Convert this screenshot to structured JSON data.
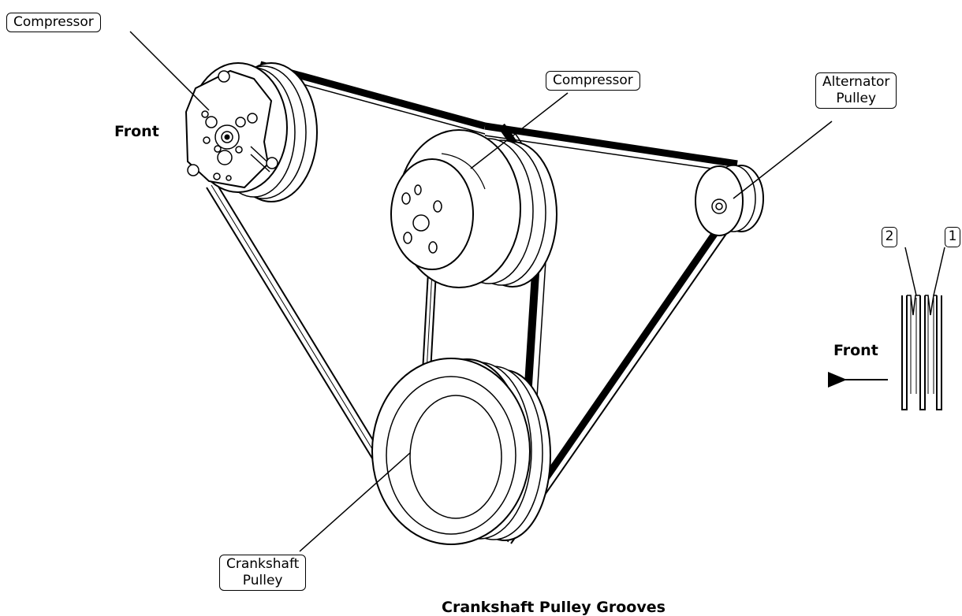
{
  "labels": {
    "compressor_top_left": "Compressor",
    "compressor_center": "Compressor",
    "alternator_pulley_line1": "Alternator",
    "alternator_pulley_line2": "Pulley",
    "crankshaft_pulley_line1": "Crankshaft",
    "crankshaft_pulley_line2": "Pulley",
    "front_left": "Front",
    "front_right": "Front",
    "groove_1": "1",
    "groove_2": "2",
    "crankshaft_grooves_caption": "Crankshaft Pulley Grooves"
  }
}
